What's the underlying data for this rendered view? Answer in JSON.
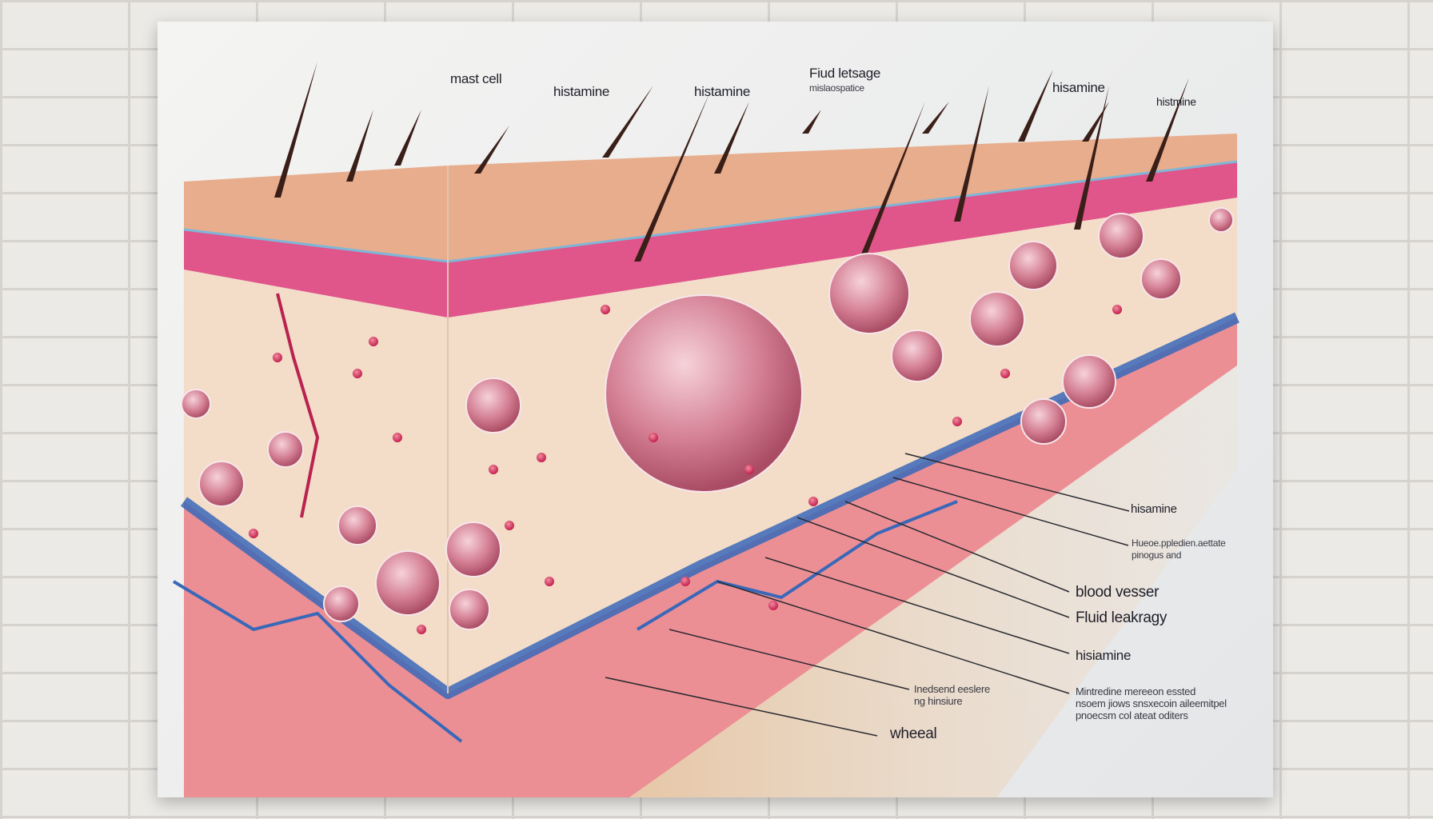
{
  "poster": {
    "top_labels": {
      "mast_cell": "mast cell",
      "histamine_1": "histamine",
      "histamine_2": "histamine",
      "fluid_leakage": "Fiud letsage",
      "fluid_leakage_sub": "mislaospatice",
      "histamine_3": "hisamine",
      "histamine_4": "histmine"
    },
    "right_labels": {
      "histamine_a": "hisamine",
      "note_a_line1": "Hueoe.ppledien.aettate",
      "note_a_line2": "pinogus and",
      "blood_vessel": "blood vesser",
      "fluid_leakage": "Fluid leakragy",
      "histamine_b": "hisiamine",
      "note_b_line1": "Inedsend eeslere",
      "note_b_line2": "ng hinsiure",
      "note_c_line1": "Mintredine mereeon essted",
      "note_c_line2": "nsoem jiows snsxecoin aileemitpel",
      "note_c_line3": "pnoecsm col ateat oditers",
      "wheal": "wheeal"
    },
    "colors": {
      "epidermis": "#e8ad8c",
      "basal_layer": "#e0558a",
      "dermis": "#f3dcc8",
      "muscle": "#ec8f95",
      "fat": "#ecd3b6",
      "vessels": "#3a68b8",
      "cells": "#c9697e"
    }
  }
}
